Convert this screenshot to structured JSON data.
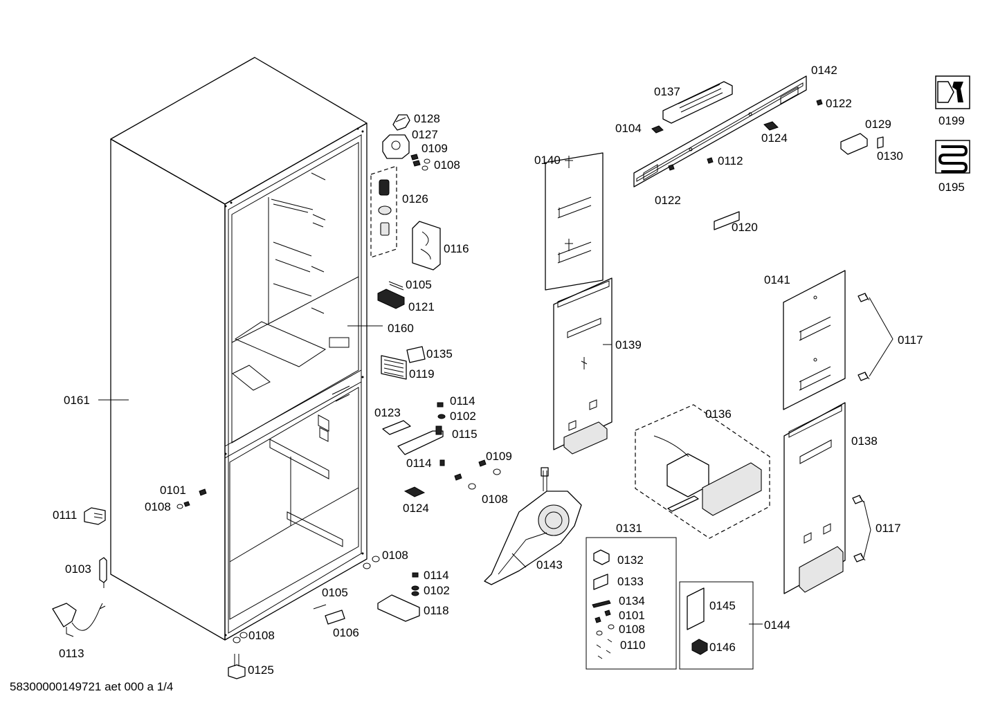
{
  "diagram": {
    "footer": "58300000149721 aet 000 a 1/4",
    "labels": {
      "p0101a": "0101",
      "p0101b": "0101",
      "p0102a": "0102",
      "p0102b": "0102",
      "p0103": "0103",
      "p0104": "0104",
      "p0105a": "0105",
      "p0105b": "0105",
      "p0106": "0106",
      "p0108a": "0108",
      "p0108b": "0108",
      "p0108c": "0108",
      "p0108d": "0108",
      "p0108e": "0108",
      "p0108f": "0108",
      "p0109a": "0109",
      "p0109b": "0109",
      "p0110": "0110",
      "p0111": "0111",
      "p0112": "0112",
      "p0113": "0113",
      "p0114a": "0114",
      "p0114b": "0114",
      "p0114c": "0114",
      "p0115": "0115",
      "p0116": "0116",
      "p0117a": "0117",
      "p0117b": "0117",
      "p0118": "0118",
      "p0119": "0119",
      "p0120": "0120",
      "p0121": "0121",
      "p0122a": "0122",
      "p0122b": "0122",
      "p0123": "0123",
      "p0124a": "0124",
      "p0124b": "0124",
      "p0125": "0125",
      "p0126": "0126",
      "p0127": "0127",
      "p0128": "0128",
      "p0129": "0129",
      "p0130": "0130",
      "p0131": "0131",
      "p0132": "0132",
      "p0133": "0133",
      "p0134": "0134",
      "p0135": "0135",
      "p0136": "0136",
      "p0137": "0137",
      "p0138": "0138",
      "p0139": "0139",
      "p0140": "0140",
      "p0141": "0141",
      "p0142": "0142",
      "p0143": "0143",
      "p0144": "0144",
      "p0145": "0145",
      "p0146": "0146",
      "p0160": "0160",
      "p0161": "0161",
      "p0195": "0195",
      "p0199": "0199"
    },
    "icons": {
      "tools": "wrench-nut-icon",
      "cooling": "refrigerant-coil-icon"
    }
  }
}
